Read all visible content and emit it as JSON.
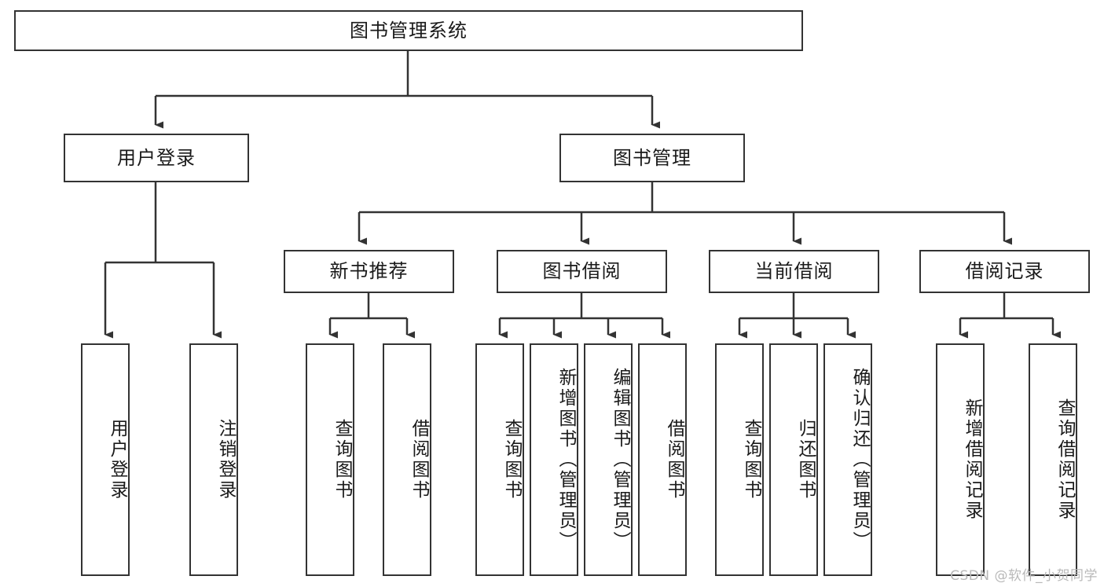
{
  "diagram": {
    "title": "图书管理系统",
    "type": "tree-hierarchy-chart",
    "root": {
      "label": "图书管理系统"
    },
    "level2": [
      {
        "label": "用户登录"
      },
      {
        "label": "图书管理"
      }
    ],
    "level3": [
      {
        "label": "新书推荐"
      },
      {
        "label": "图书借阅"
      },
      {
        "label": "当前借阅"
      },
      {
        "label": "借阅记录"
      }
    ],
    "leaves": {
      "user_login": [
        {
          "label": "用户登录"
        },
        {
          "label": "注销登录"
        }
      ],
      "new_book_recommend": [
        {
          "label": "查询图书"
        },
        {
          "label": "借阅图书"
        }
      ],
      "book_borrow": [
        {
          "label": "查询图书"
        },
        {
          "label": "新增图书（管理员）"
        },
        {
          "label": "编辑图书（管理员）"
        },
        {
          "label": "借阅图书"
        }
      ],
      "current_borrow": [
        {
          "label": "查询图书"
        },
        {
          "label": "归还图书"
        },
        {
          "label": "确认归还（管理员）"
        }
      ],
      "borrow_record": [
        {
          "label": "新增借阅记录"
        },
        {
          "label": "查询借阅记录"
        }
      ]
    }
  },
  "watermark": {
    "text": "CSDN @软件_小贺同学"
  },
  "colors": {
    "background": "#ffffff",
    "box_stroke": "#333333",
    "box_fill": "#ffffff",
    "text": "#1a1a1a",
    "connector": "#333333",
    "watermark": "#b9b9b9"
  }
}
